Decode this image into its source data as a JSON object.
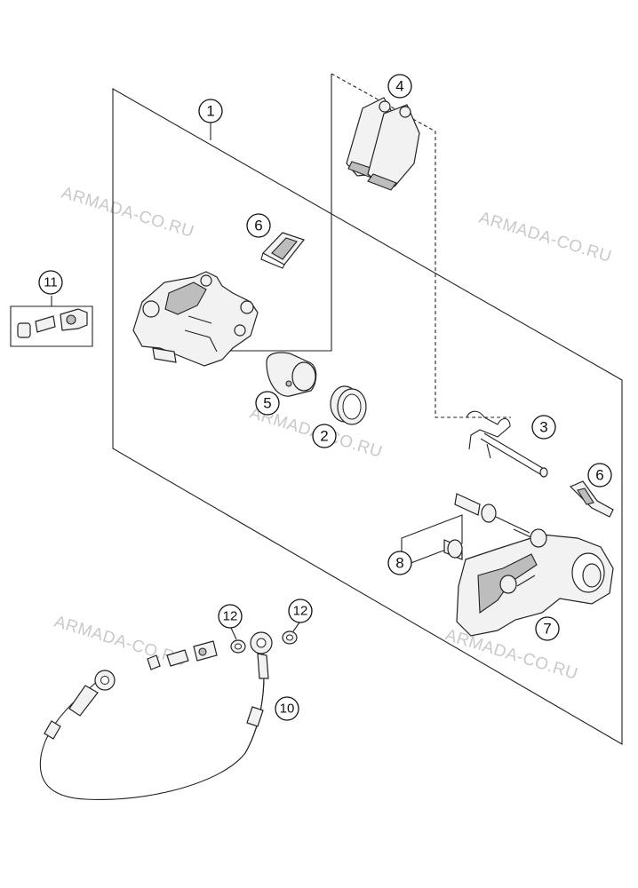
{
  "watermark": "ARMADA-CO.RU",
  "callouts": {
    "c1": "1",
    "c2": "2",
    "c3": "3",
    "c4": "4",
    "c5": "5",
    "c6a": "6",
    "c6b": "6",
    "c7": "7",
    "c8": "8",
    "c10": "10",
    "c11": "11",
    "c12a": "12",
    "c12b": "12"
  }
}
